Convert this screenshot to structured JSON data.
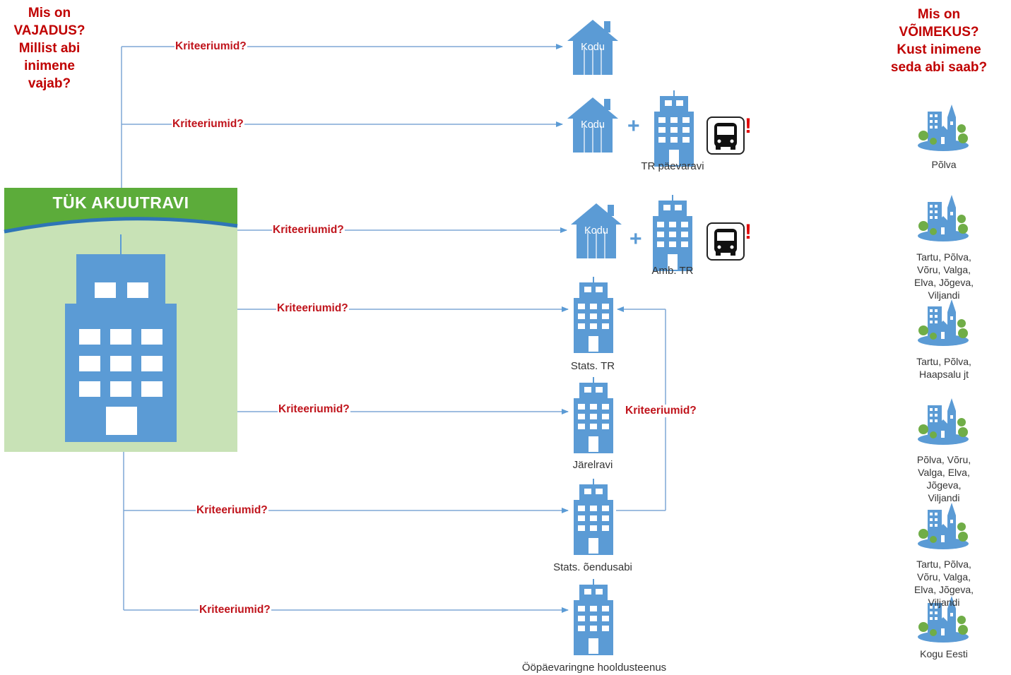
{
  "left_question": "Mis on\nVAJADUS?\nMillist abi\ninimene\nvajab?",
  "right_question": "Mis on\nVÕIMEKUS?\nKust inimene\nseda abi saab?",
  "source": {
    "title": "TÜK AKUUTRAVI"
  },
  "criteria_label": "Kriteeriumid?",
  "home_label": "Kodu",
  "services": [
    {
      "label": ""
    },
    {
      "label": "TR päevaravi"
    },
    {
      "label": "Amb. TR"
    },
    {
      "label": "Stats. TR"
    },
    {
      "label": "Järelravi"
    },
    {
      "label": "Stats. õendusabi"
    },
    {
      "label": "Ööpäevaringne hooldusteenus"
    }
  ],
  "regions": [
    "Põlva",
    "Tartu, Põlva, Võru, Valga,\nElva, Jõgeva, Viljandi",
    "Tartu, Põlva, Haapsalu jt",
    "Põlva, Võru, Valga, Elva,\nJõgeva, Viljandi",
    "Tartu, Põlva, Võru, Valga,\nElva, Jõgeva, Viljandi",
    "Kogu Eesti"
  ],
  "colors": {
    "accent": "#5b9bd5",
    "line": "#7fa7d6",
    "question": "#c00000",
    "header_green": "#5cac3a",
    "panel_green": "#c8e2b6"
  },
  "icons": [
    "house-icon",
    "building-icon",
    "bus-icon",
    "town-icon"
  ]
}
